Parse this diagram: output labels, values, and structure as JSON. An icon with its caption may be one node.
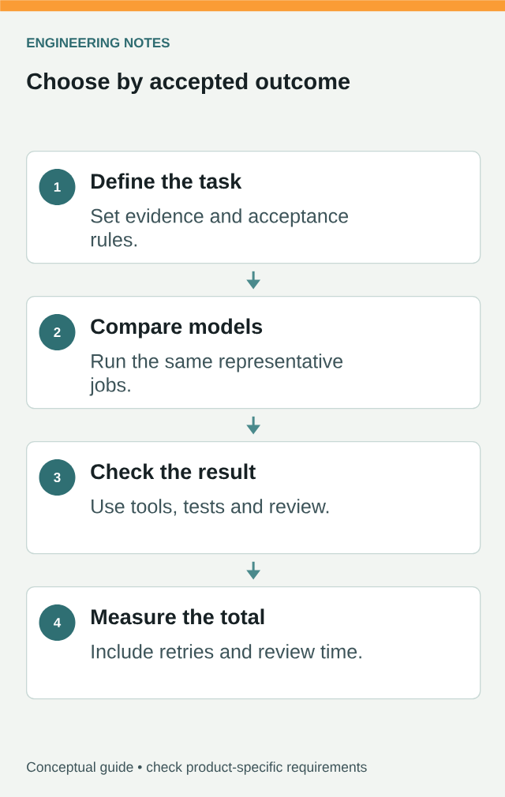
{
  "diagram": {
    "title": "Choose by accepted outcome",
    "nodes": [
      {
        "text": [],
        "shape": "bar"
      },
      {
        "text": [
          "Define the task",
          "Set evidence and acceptance rules."
        ]
      },
      {
        "text": [
          "1"
        ],
        "in": 1
      },
      {
        "text": [
          "Compare models",
          "Run the same representative jobs."
        ]
      },
      {
        "text": [
          "2"
        ],
        "in": 3
      },
      {
        "text": [
          "Check the result",
          "Use tools, tests and review."
        ]
      },
      {
        "text": [
          "3"
        ],
        "in": 5
      },
      {
        "text": [
          "Measure the total",
          "Include retries and review time."
        ]
      },
      {
        "text": [
          "4"
        ],
        "in": 7
      }
    ],
    "edges": [
      {
        "from": 1,
        "to": 3,
        "arrow": "to"
      },
      {
        "from": 3,
        "to": 5,
        "arrow": "to"
      },
      {
        "from": 5,
        "to": 7,
        "arrow": "to"
      }
    ],
    "labels": [
      "ENGINEERING NOTES",
      "Conceptual guide • check product-specific requirements"
    ]
  }
}
